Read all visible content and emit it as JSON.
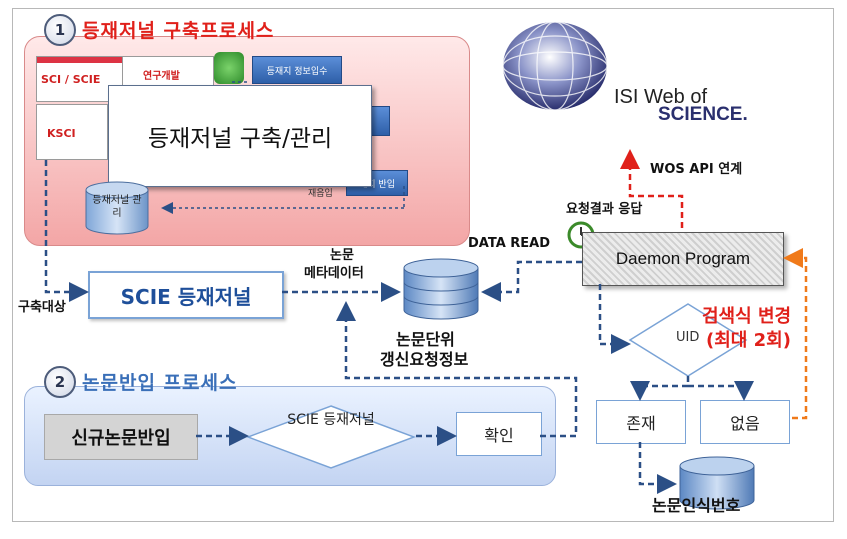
{
  "section1": {
    "badge": "1",
    "title": "등재저널 구축프로세스",
    "box_main": "등재저널 구축/관리",
    "screen_tags": [
      "SCI / SCIE",
      "연구개발",
      "KSCI"
    ],
    "btn_collect": "등재지 정보입수",
    "btn_import": "재지 반입",
    "small_label": "재읍입",
    "db_label": "등재저널 관리"
  },
  "section2": {
    "badge": "2",
    "title": "논문반입 프로세스",
    "new_paper": "신규논문반입",
    "decision": "SCIE 등재저널",
    "confirm": "확인"
  },
  "center": {
    "scie_journal": "SCIE 등재저널",
    "build_target": "구축대상",
    "paper_meta_line1": "논문",
    "paper_meta_line2": "메타데이터",
    "data_read": "DATA READ",
    "db_line1": "논문단위",
    "db_line2": "갱신요청정보"
  },
  "right": {
    "logo_line1": "ISI Web of",
    "logo_line2": "SCIENCE.",
    "wos_api": "WOS API 연계",
    "request_response": "요청결과 응답",
    "daemon": "Daemon Program",
    "uid": "UID",
    "search_change_line1": "검색식 변경",
    "search_change_line2": "(최대 2회)",
    "exists": "존재",
    "none": "없음",
    "paper_id": "논문인식번호"
  },
  "colors": {
    "flow_blue": "#2b4f86",
    "flow_orange": "#f07a1a",
    "flow_red": "#e0201a",
    "accent_red": "#e0201a",
    "section1_bg": "#f3a6a6",
    "section2_bg": "#c3d4f2"
  }
}
